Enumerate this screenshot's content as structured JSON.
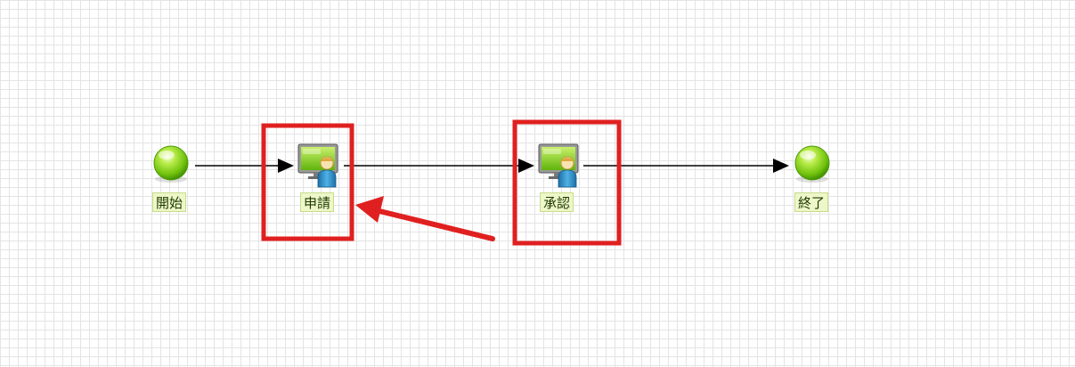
{
  "diagram": {
    "nodes": {
      "start": {
        "label": "開始",
        "type": "start-event"
      },
      "apply": {
        "label": "申請",
        "type": "user-task"
      },
      "approve": {
        "label": "承認",
        "type": "user-task"
      },
      "end": {
        "label": "終了",
        "type": "end-event"
      }
    },
    "edges": [
      {
        "from": "start",
        "to": "apply"
      },
      {
        "from": "apply",
        "to": "approve"
      },
      {
        "from": "approve",
        "to": "end"
      }
    ],
    "annotations": {
      "highlight_color": "#e02020",
      "highlighted_nodes": [
        "apply",
        "approve"
      ],
      "arrow": {
        "from": "approve",
        "to": "apply"
      }
    }
  },
  "colors": {
    "event_green": "#7ccf12",
    "label_bg": "#eef7c9",
    "connector": "#000000"
  }
}
